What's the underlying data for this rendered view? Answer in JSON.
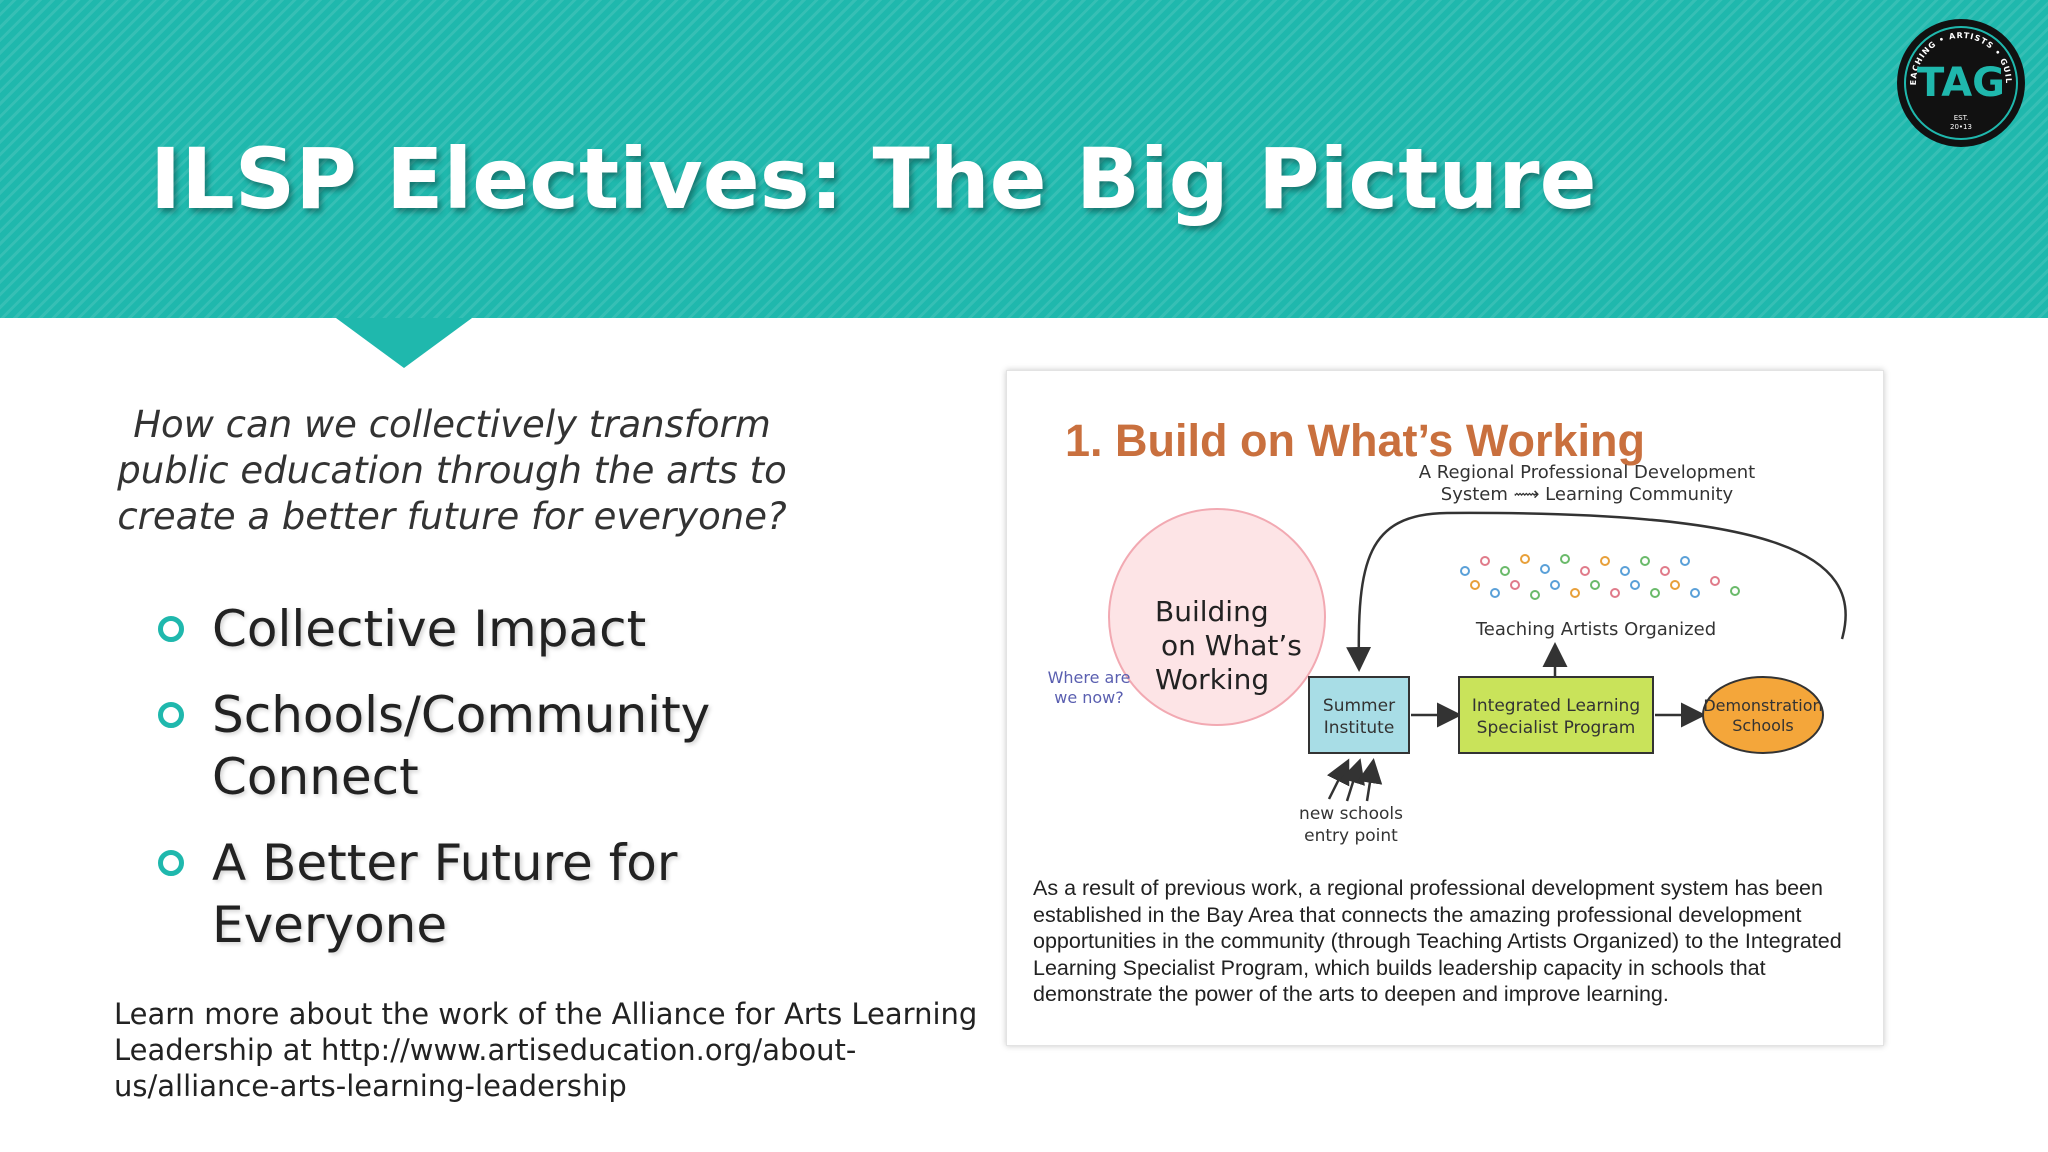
{
  "slide": {
    "title": "ILSP Electives: The Big Picture",
    "question": "How can we collectively transform public education through the arts to create a better future for everyone?",
    "bullets": [
      "Collective Impact",
      "Schools/Community Connect",
      "A Better Future for Everyone"
    ],
    "footer": "Learn more about the work of the Alliance for Arts Learning Leadership at http://www.artiseducation.org/about-us/alliance-arts-learning-leadership",
    "colors": {
      "accent": "#1fb8ad",
      "text": "#222222",
      "card_title": "#c9703e"
    }
  },
  "logo": {
    "text": "TAG",
    "ring_text": "TEACHING • ARTISTS • GUILD",
    "est_label": "EST.",
    "est_year": "20•13"
  },
  "card": {
    "title": "1. Build on What’s Working",
    "caption": "As a result of previous work, a regional professional development system has been established in the Bay Area that connects the amazing professional development opportunities in the community (through Teaching Artists Organized) to the Integrated Learning Specialist Program, which builds leadership capacity in schools that demonstrate the power of the arts to deepen and improve learning.",
    "diagram": {
      "regional_line1": "A Regional Professional Development",
      "regional_line2": "System ⟿ Learning Community",
      "building_line1": "Building",
      "building_line2": "on What’s",
      "building_line3": "Working",
      "where_line1": "Where are",
      "where_line2": "we now?",
      "teaching_artists": "Teaching Artists Organized",
      "summer_line1": "Summer",
      "summer_line2": "Institute",
      "ilsp_line1": "Integrated Learning",
      "ilsp_line2": "Specialist Program",
      "demo_line1": "Demonstration",
      "demo_line2": "Schools",
      "new_schools_line1": "new schools",
      "new_schools_line2": "entry point",
      "colors": {
        "circle_fill": "#fde4e6",
        "circle_stroke": "#f2a9b2",
        "summer_fill": "#a8dde6",
        "ilsp_fill": "#c9e35a",
        "demo_fill": "#f4a63a",
        "where_text": "#5a5fb0"
      }
    }
  }
}
